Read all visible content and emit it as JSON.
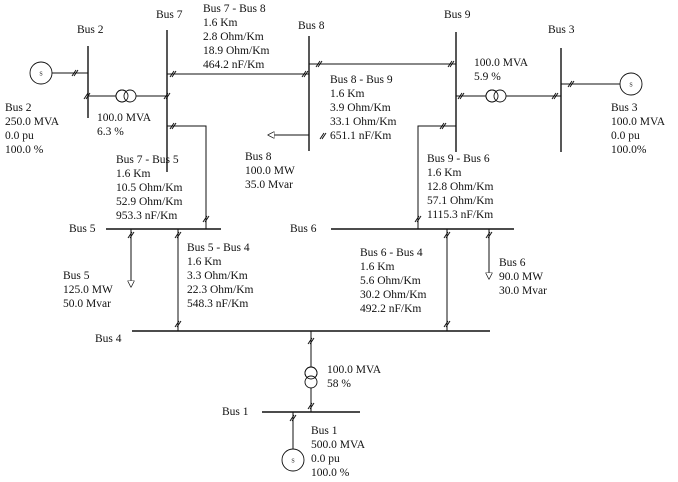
{
  "buses": {
    "bus1": "Bus 1",
    "bus2": "Bus 2",
    "bus3": "Bus 3",
    "bus4": "Bus 4",
    "bus5": "Bus 5",
    "bus6": "Bus 6",
    "bus7": "Bus 7",
    "bus8": "Bus 8",
    "bus9": "Bus 9"
  },
  "generator_symbol": "S",
  "generators": {
    "gen1": [
      "Bus 1",
      "500.0 MVA",
      "0.0 pu",
      "100.0 %"
    ],
    "gen2": [
      "Bus 2",
      "250.0 MVA",
      "0.0 pu",
      "100.0 %"
    ],
    "gen3": [
      "Bus 3",
      "100.0 MVA",
      "0.0 pu",
      "100.0%"
    ]
  },
  "transformers": {
    "t1": [
      "100.0 MVA",
      "58 %"
    ],
    "t2": [
      "100.0 MVA",
      "6.3 %"
    ],
    "t3": [
      "100.0 MVA",
      "5.9 %"
    ]
  },
  "loads": {
    "load5": [
      "Bus 5",
      "125.0 MW",
      "50.0 Mvar"
    ],
    "load6": [
      "Bus 6",
      "90.0 MW",
      "30.0 Mvar"
    ],
    "load8": [
      "Bus 8",
      "100.0 MW",
      "35.0 Mvar"
    ]
  },
  "lines": {
    "l78": [
      "Bus 7 - Bus 8",
      "1.6 Km",
      "2.8 Ohm/Km",
      "18.9 Ohm/Km",
      "464.2 nF/Km"
    ],
    "l89": [
      "Bus 8 - Bus 9",
      "1.6 Km",
      "3.9 Ohm/Km",
      "33.1 Ohm/Km",
      "651.1 nF/Km"
    ],
    "l75": [
      "Bus 7 - Bus 5",
      "1.6 Km",
      "10.5 Ohm/Km",
      "52.9 Ohm/Km",
      "953.3 nF/Km"
    ],
    "l96": [
      "Bus 9 - Bus 6",
      "1.6 Km",
      "12.8 Ohm/Km",
      "57.1 Ohm/Km",
      "1115.3 nF/Km"
    ],
    "l54": [
      "Bus 5 - Bus 4",
      "1.6 Km",
      "3.3 Ohm/Km",
      "22.3 Ohm/Km",
      "548.3 nF/Km"
    ],
    "l64": [
      "Bus 6 - Bus 4",
      "1.6 Km",
      "5.6 Ohm/Km",
      "30.2 Ohm/Km",
      "492.2 nF/Km"
    ]
  }
}
